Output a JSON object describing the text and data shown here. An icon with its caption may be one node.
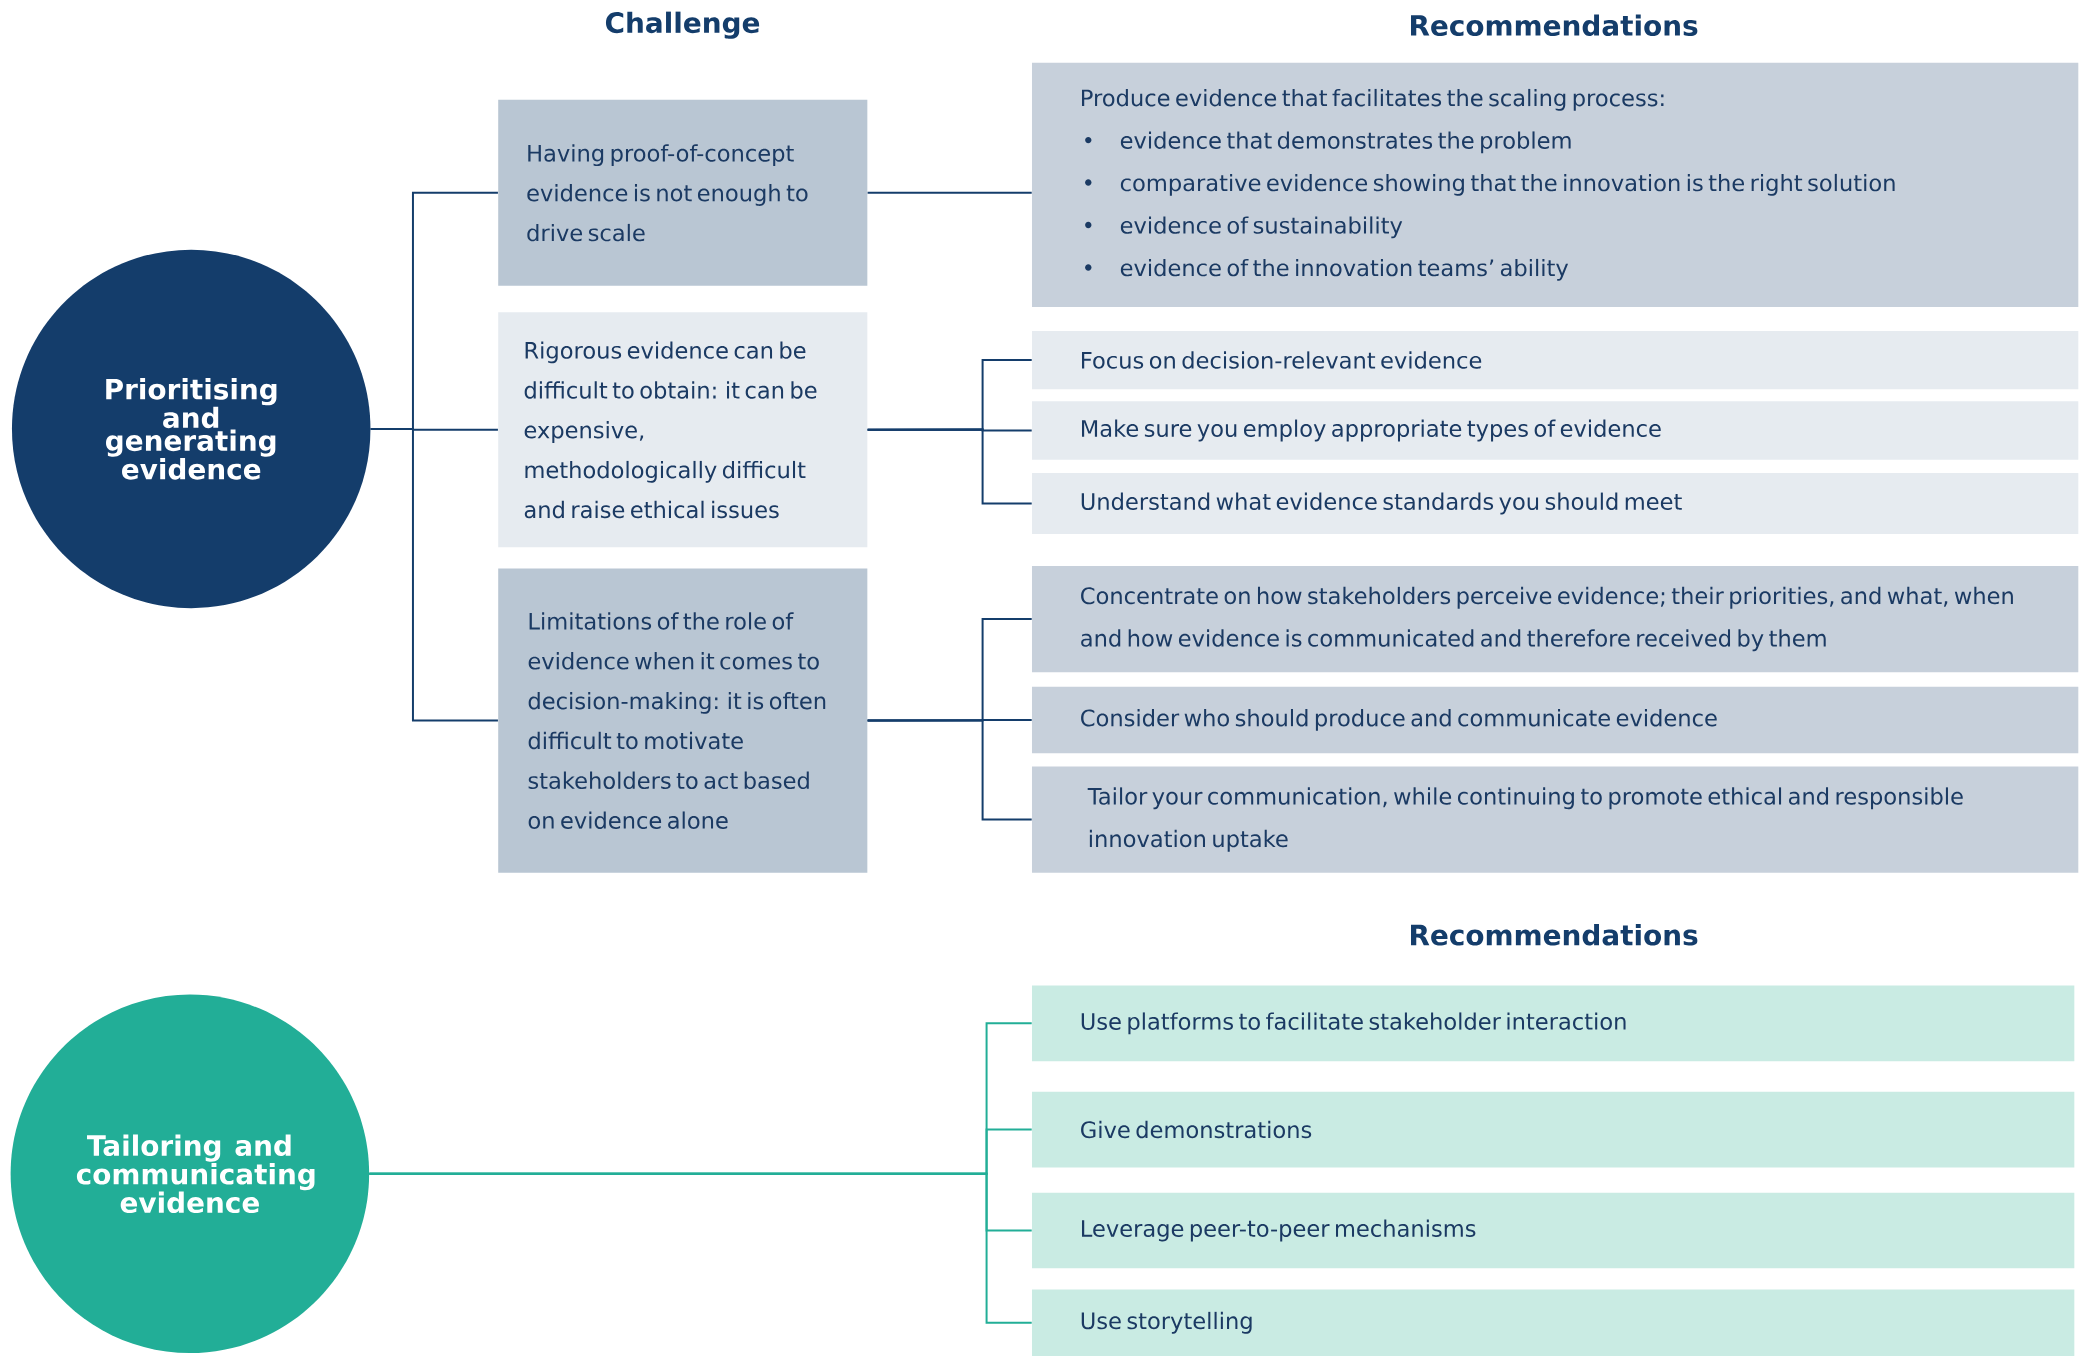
{
  "diagram": {
    "nodes": [
      {
        "text": [
          "Prioritising and generating evidence"
        ]
      },
      {
        "text": [
          "Having proof-of-concept evidence is not enough to drive scale"
        ]
      },
      {
        "text": [
          "Rigorous evidence can be difficult to obtain: it can be expensive, methodologically difficult and raise ethical issues"
        ]
      },
      {
        "text": [
          "Limitations of the role of evidence when it comes to decision-making: it is often difficult to motivate stakeholders to act based on evidence alone"
        ]
      },
      {
        "text": [
          "Produce evidence that facilitates the scaling process:",
          "evidence that demonstrates the problem",
          "comparative evidence showing that the innovation is the right solution",
          "evidence of sustainability",
          "evidence of the innovation teams’ ability"
        ]
      },
      {
        "text": [
          "Focus on decision-relevant evidence"
        ]
      },
      {
        "text": [
          "Make sure you employ appropriate types of evidence"
        ]
      },
      {
        "text": [
          "Understand what evidence standards you should meet"
        ]
      },
      {
        "text": [
          "Concentrate on how stakeholders perceive evidence; their priorities, and what, when and how evidence is communicated and therefore received by them"
        ]
      },
      {
        "text": [
          "Consider who should produce and communicate evidence"
        ]
      },
      {
        "text": [
          "Tailor your communication, while continuing to promote ethical and responsible innovation uptake"
        ]
      },
      {
        "text": [
          "Tailoring and communicating evidence"
        ]
      },
      {
        "text": [
          "Use platforms to facilitate stakeholder interaction"
        ]
      },
      {
        "text": [
          "Give demonstrations"
        ]
      },
      {
        "text": [
          "Leverage peer-to-peer mechanisms"
        ]
      },
      {
        "text": [
          "Use storytelling"
        ]
      }
    ],
    "edges": [
      {
        "from": 0,
        "to": 1,
        "arrow": "none"
      },
      {
        "from": 0,
        "to": 2,
        "arrow": "none"
      },
      {
        "from": 0,
        "to": 3,
        "arrow": "none"
      },
      {
        "from": 1,
        "to": 4,
        "arrow": "none"
      },
      {
        "from": 2,
        "to": 5,
        "arrow": "none"
      },
      {
        "from": 2,
        "to": 6,
        "arrow": "none"
      },
      {
        "from": 2,
        "to": 7,
        "arrow": "none"
      },
      {
        "from": 3,
        "to": 8,
        "arrow": "none"
      },
      {
        "from": 3,
        "to": 9,
        "arrow": "none"
      },
      {
        "from": 3,
        "to": 10,
        "arrow": "none"
      },
      {
        "from": 11,
        "to": 12,
        "arrow": "none",
        "color": "#22ae97"
      },
      {
        "from": 11,
        "to": 13,
        "arrow": "none",
        "color": "#22ae97"
      },
      {
        "from": 11,
        "to": 14,
        "arrow": "none",
        "color": "#22ae97"
      },
      {
        "from": 11,
        "to": 15,
        "arrow": "none",
        "color": "#22ae97"
      }
    ],
    "labels": [
      "Challenge",
      "Recommendations",
      "Recommendations"
    ]
  }
}
